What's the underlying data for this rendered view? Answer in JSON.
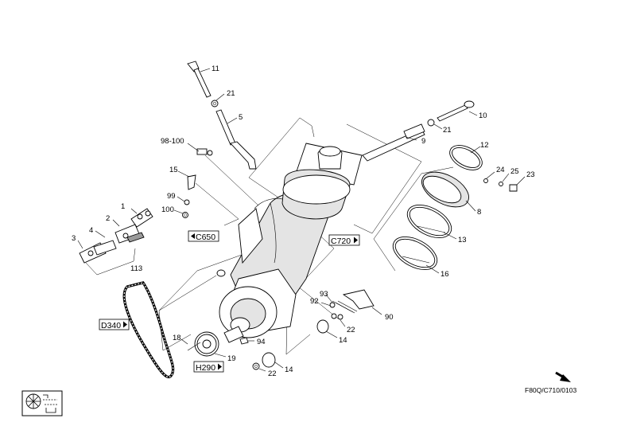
{
  "labels": {
    "p1": "1",
    "p2": "2",
    "p3": "3",
    "p4": "4",
    "p5": "5",
    "p8": "8",
    "p9": "9",
    "p10": "10",
    "p11": "11",
    "p12": "12",
    "p13": "13",
    "p14a": "14",
    "p14b": "14",
    "p15": "15",
    "p16": "16",
    "p18": "18",
    "p19": "19",
    "p21a": "21",
    "p21b": "21",
    "p22a": "22",
    "p22b": "22",
    "p23": "23",
    "p24": "24",
    "p25": "25",
    "p90": "90",
    "p92": "92",
    "p93": "93",
    "p94": "94",
    "p98_100": "98-100",
    "p99": "99",
    "p100": "100",
    "p113": "113"
  },
  "references": {
    "c650": "C650",
    "c720": "C720",
    "d340": "D340",
    "h290": "H290"
  },
  "drawing_code": "F80Q/C710/0103",
  "icons": {
    "corner_symbol": "machine-symbol-icon",
    "direction": "arrow-icon"
  }
}
